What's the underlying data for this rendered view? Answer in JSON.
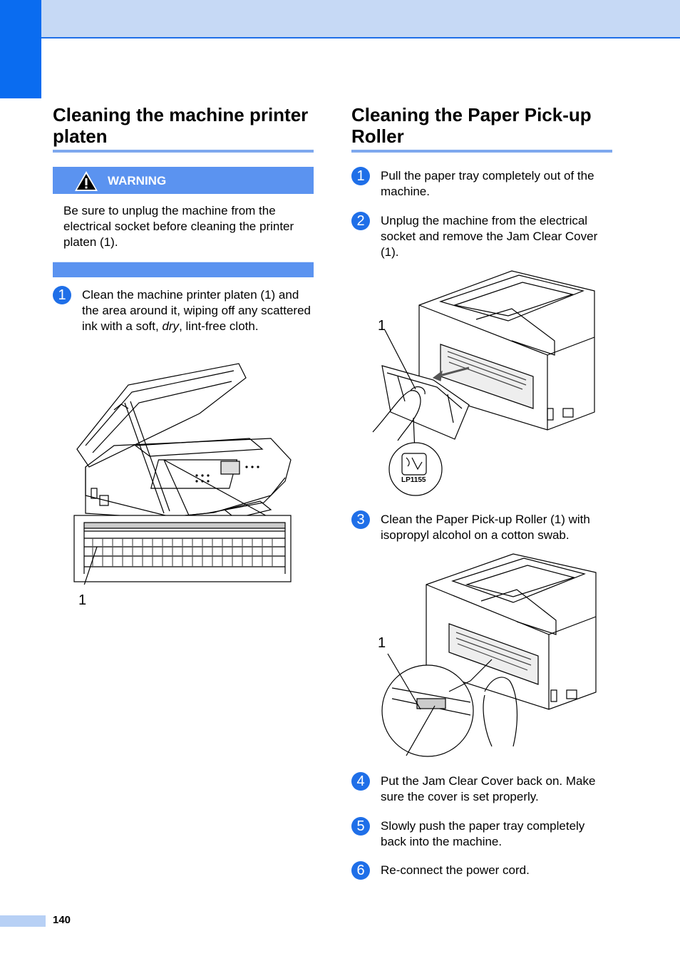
{
  "left": {
    "title": "Cleaning the machine printer platen",
    "warning_label": "WARNING",
    "warning_text": "Be sure to unplug the machine from the electrical socket before cleaning the printer platen (1).",
    "step1_num": "1",
    "step1_text_a": "Clean the machine printer platen (1) and the area around it, wiping off any scattered ink with a soft, ",
    "step1_text_em": "dry",
    "step1_text_b": ", lint-free cloth.",
    "figure_callout": "1"
  },
  "right": {
    "title": "Cleaning the Paper Pick-up Roller",
    "steps": [
      {
        "num": "1",
        "text": "Pull the paper tray completely out of the machine."
      },
      {
        "num": "2",
        "text": "Unplug the machine from the electrical socket and remove the Jam Clear Cover (1)."
      },
      {
        "num": "3",
        "text": "Clean the Paper Pick-up Roller (1) with isopropyl alcohol on a cotton swab."
      },
      {
        "num": "4",
        "text": "Put the Jam Clear Cover back on. Make sure the cover is set properly."
      },
      {
        "num": "5",
        "text": "Slowly push the paper tray completely back into the machine."
      },
      {
        "num": "6",
        "text": "Re-connect the power cord."
      }
    ],
    "figure1_callout": "1",
    "figure1_badge_text": "LP1155",
    "figure2_callout": "1"
  },
  "footer": {
    "page_number": "140"
  }
}
